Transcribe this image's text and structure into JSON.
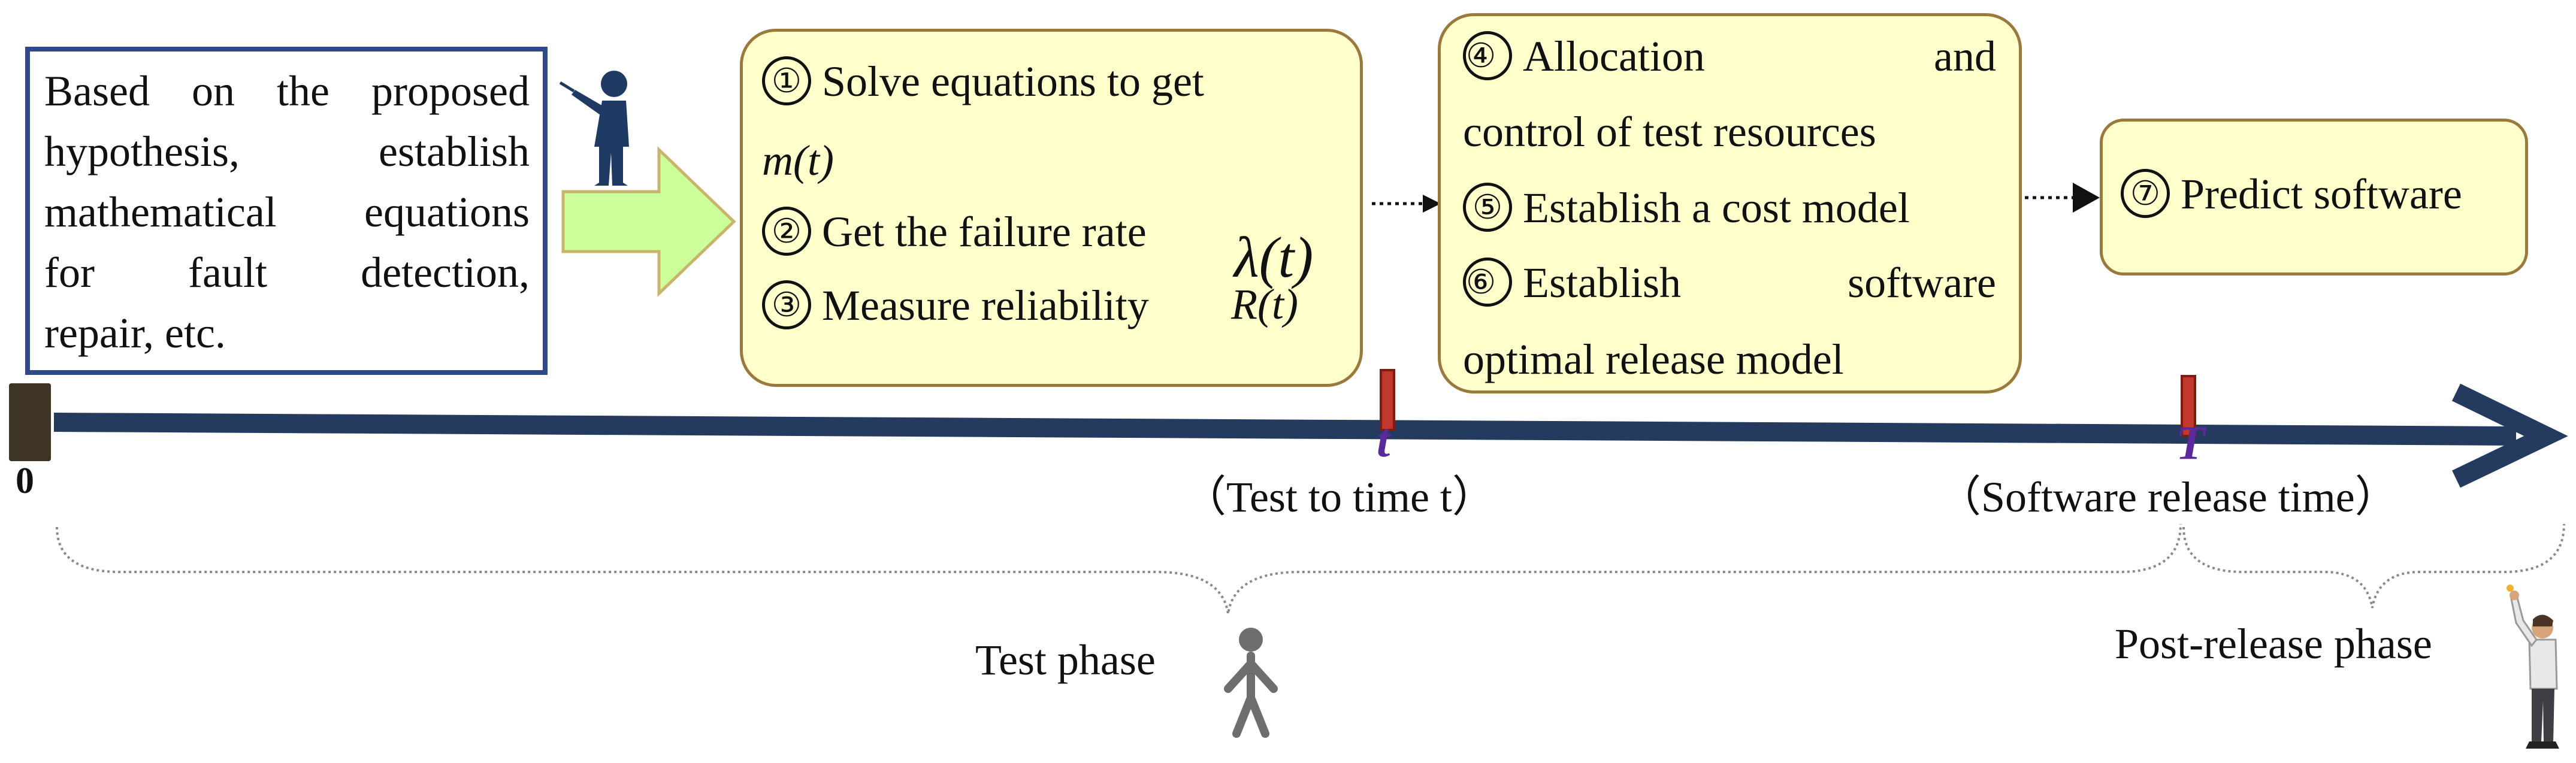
{
  "intro_box": {
    "lines": [
      "Based on the proposed",
      "hypothesis, establish",
      "mathematical equations",
      "for fault detection,",
      "repair, etc."
    ]
  },
  "step_box_1": {
    "step1_num": "①",
    "step1_text": "Solve equations to get",
    "step1_math": "m(t)",
    "step2_num": "②",
    "step2_text": "Get the failure rate",
    "step2_math": "λ(t)",
    "step3_num": "③",
    "step3_text": "Measure reliability",
    "step3_math": "R(t)"
  },
  "step_box_2": {
    "step4_num": "④",
    "step4_line1": "Allocation and",
    "step4_line2": "control of test resources",
    "step5_num": "⑤",
    "step5_text": "Establish a cost model",
    "step6_num": "⑥",
    "step6_line1": "Establish software",
    "step6_line2": "optimal release model"
  },
  "step_box_3": {
    "step7_num": "⑦",
    "step7_text": "Predict software"
  },
  "timeline": {
    "origin_label": "0",
    "marker_t": "t",
    "marker_T": "T",
    "test_to_time_label": "（Test to time t）",
    "release_time_label": "（Software release time）"
  },
  "phases": {
    "test_phase": "Test phase",
    "post_release_phase": "Post-release phase"
  },
  "colors": {
    "timeline": "#243a5e",
    "box_fill": "#ffffcc",
    "box_border": "#9a7a3c",
    "intro_border": "#2e4a8a",
    "arrow_fill": "#ccff99",
    "arrow_border": "#c8b46a",
    "marker_fill": "#c0392b",
    "marker_letter": "#5b2a9a"
  },
  "icons": [
    "presenter-icon",
    "person-icon",
    "pointing-person-icon"
  ]
}
